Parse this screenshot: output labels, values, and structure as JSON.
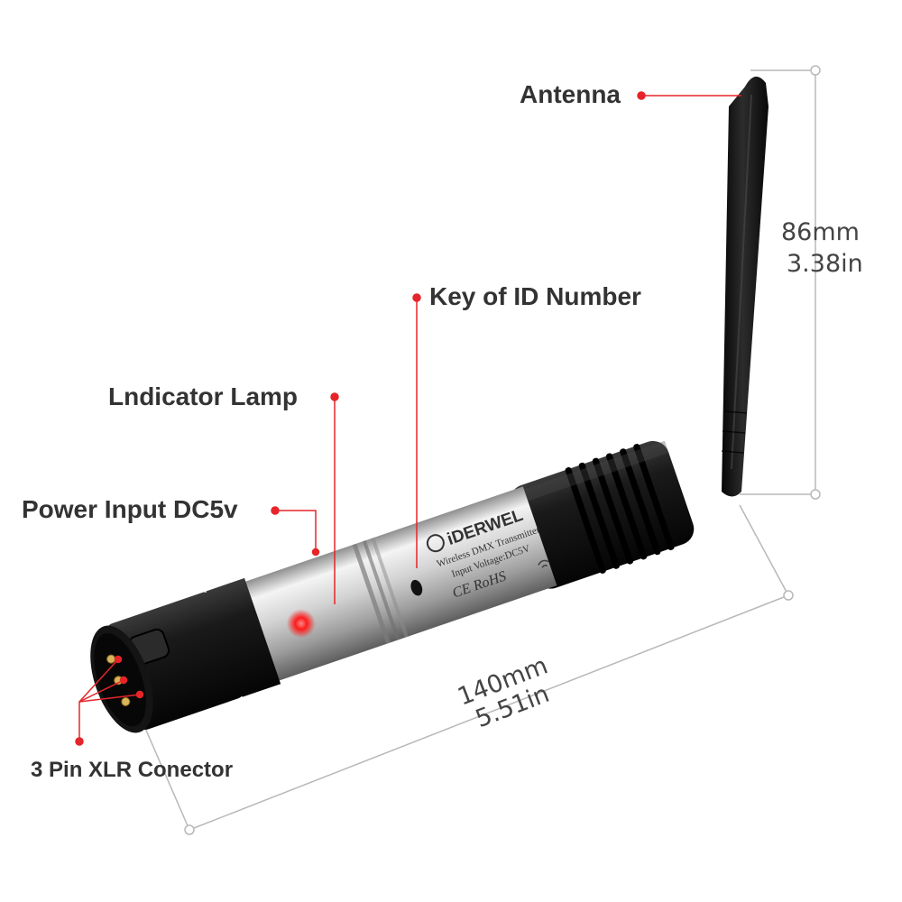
{
  "labels": {
    "antenna": "Antenna",
    "key_id": "Key of ID Number",
    "indicator": "Lndicator Lamp",
    "power": "Power Input DC5v",
    "xlr": "3 Pin XLR Conector"
  },
  "dimensions": {
    "height_mm": "86mm",
    "height_in": "3.38in",
    "length_mm": "140mm",
    "length_in": "5.51in"
  },
  "product": {
    "brand": "iDERWEL",
    "line1": "Wireless DMX Transmitter",
    "line2": "Input Voltage:DC5V",
    "marks": "CE RoHS"
  },
  "colors": {
    "leader": "#e5252a",
    "dimension_line": "#b8b8b8",
    "body_silver": "#c9c9c9",
    "rubber_black": "#111111"
  }
}
